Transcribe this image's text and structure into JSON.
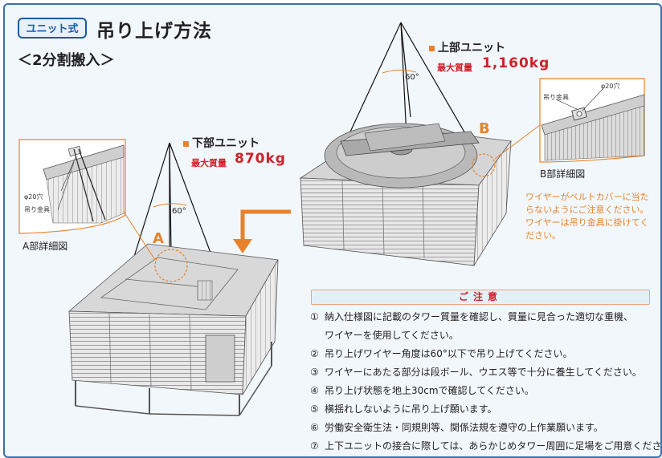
{
  "header": {
    "badge": "ユニット式",
    "title": "吊り上げ方法",
    "subtitle": "＜2分割搬入＞"
  },
  "upper_unit": {
    "label": "上部ユニット",
    "mass_label": "最大質量",
    "mass_value": "1,160kg",
    "angle": "60°"
  },
  "lower_unit": {
    "label": "下部ユニット",
    "mass_label": "最大質量",
    "mass_value": "870kg",
    "angle": "60°"
  },
  "markers": {
    "a": "A",
    "b": "B"
  },
  "detail_a": {
    "caption": "A部詳細図",
    "hole": "φ20穴",
    "fitting": "吊り金具"
  },
  "detail_b": {
    "caption": "B部詳細図",
    "hole": "φ20穴",
    "fitting": "吊り金具"
  },
  "wire_notes": {
    "line1": "ワイヤーがベルトカバーに当た",
    "line2": "らないようにご注意ください。",
    "line3": "ワイヤーは吊り金具に掛けてく",
    "line4": "ださい。"
  },
  "notice": {
    "heading": "ご注意",
    "items": [
      {
        "num": "①",
        "text": "納入仕様図に記載のタワー質量を確認し、質量に見合った適切な重機、"
      },
      {
        "num": "",
        "text": "ワイヤーを使用してください。"
      },
      {
        "num": "②",
        "text": "吊り上げワイヤー角度は60°以下で吊り上げてください。"
      },
      {
        "num": "③",
        "text": "ワイヤーにあたる部分は段ボール、ウエス等で十分に養生してください。"
      },
      {
        "num": "④",
        "text": "吊り上げ状態を地上30cmで確認してください。"
      },
      {
        "num": "⑤",
        "text": "横揺れしないように吊り上げ願います。"
      },
      {
        "num": "⑥",
        "text": "労働安全衛生法・同規則等、関係法規を遵守の上作業願います。"
      },
      {
        "num": "⑦",
        "text": "上下ユニットの接合に際しては、あらかじめタワー周囲に足場をご用意ください。"
      }
    ]
  },
  "colors": {
    "accent_orange": "#e8822a",
    "mass_red": "#d0212a",
    "frame_blue": "#3a6fb0"
  }
}
